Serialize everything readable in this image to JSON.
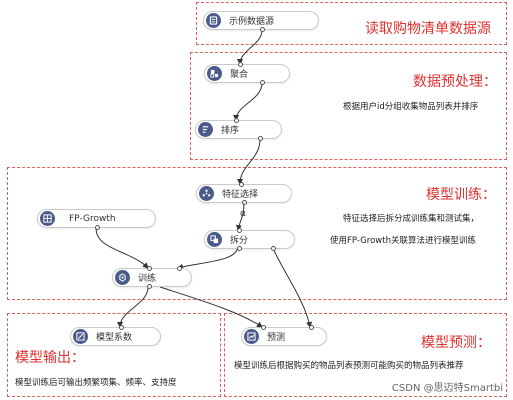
{
  "nodes": {
    "source": {
      "label": "示例数据源",
      "icon": "database-icon"
    },
    "aggregate": {
      "label": "聚合",
      "icon": "aggregate-icon"
    },
    "sort": {
      "label": "排序",
      "icon": "sort-icon"
    },
    "feature": {
      "label": "特征选择",
      "icon": "feature-select-icon"
    },
    "fpgrowth": {
      "label": "FP-Growth",
      "icon": "algorithm-icon"
    },
    "split": {
      "label": "拆分",
      "icon": "split-icon"
    },
    "train": {
      "label": "训练",
      "icon": "train-icon"
    },
    "coef": {
      "label": "模型系数",
      "icon": "coefficient-icon"
    },
    "predict": {
      "label": "预测",
      "icon": "predict-icon"
    }
  },
  "regions": {
    "read": {
      "title": "读取购物清单数据源"
    },
    "preprocess": {
      "title": "数据预处理：",
      "desc": "根据用户id分组收集物品列表并排序"
    },
    "training": {
      "title": "模型训练：",
      "desc1": "特征选择后拆分成训练集和测试集，",
      "desc2": "使用FP-Growth关联算法进行模型训练"
    },
    "output": {
      "title": "模型输出：",
      "desc": "模型训练后可输出频繁项集、频率、支持度"
    },
    "predict": {
      "title": "模型预测：",
      "desc": "模型训练后根据购买的物品列表预测可能购买的物品列表推荐"
    }
  },
  "edge_labels": {
    "split_in": "α"
  },
  "watermark": "CSDN @思迈特Smartbi",
  "colors": {
    "accent": "#e0302f",
    "badge": "#4a5a8a",
    "border": "#e06060"
  }
}
